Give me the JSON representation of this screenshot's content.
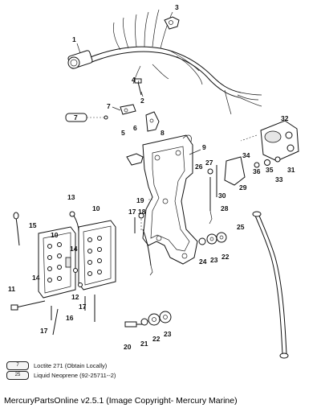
{
  "callouts": [
    "1",
    "2",
    "3",
    "4",
    "5",
    "6",
    "7",
    "8",
    "9",
    "10",
    "11",
    "12",
    "13",
    "14",
    "15",
    "16",
    "17",
    "18",
    "19",
    "20",
    "21",
    "22",
    "23",
    "24",
    "25",
    "26",
    "27",
    "28",
    "29",
    "30",
    "31",
    "32",
    "33",
    "34",
    "35",
    "36"
  ],
  "legend": [
    {
      "key": "7",
      "text": "Loctite 271 (Obtain Locally)"
    },
    {
      "key": "25",
      "text": "Liquid Neoprene (92-25711--2)"
    }
  ],
  "footer": "MercuryPartsOnline v2.5.1 (Image Copyright- Mercury Marine)"
}
